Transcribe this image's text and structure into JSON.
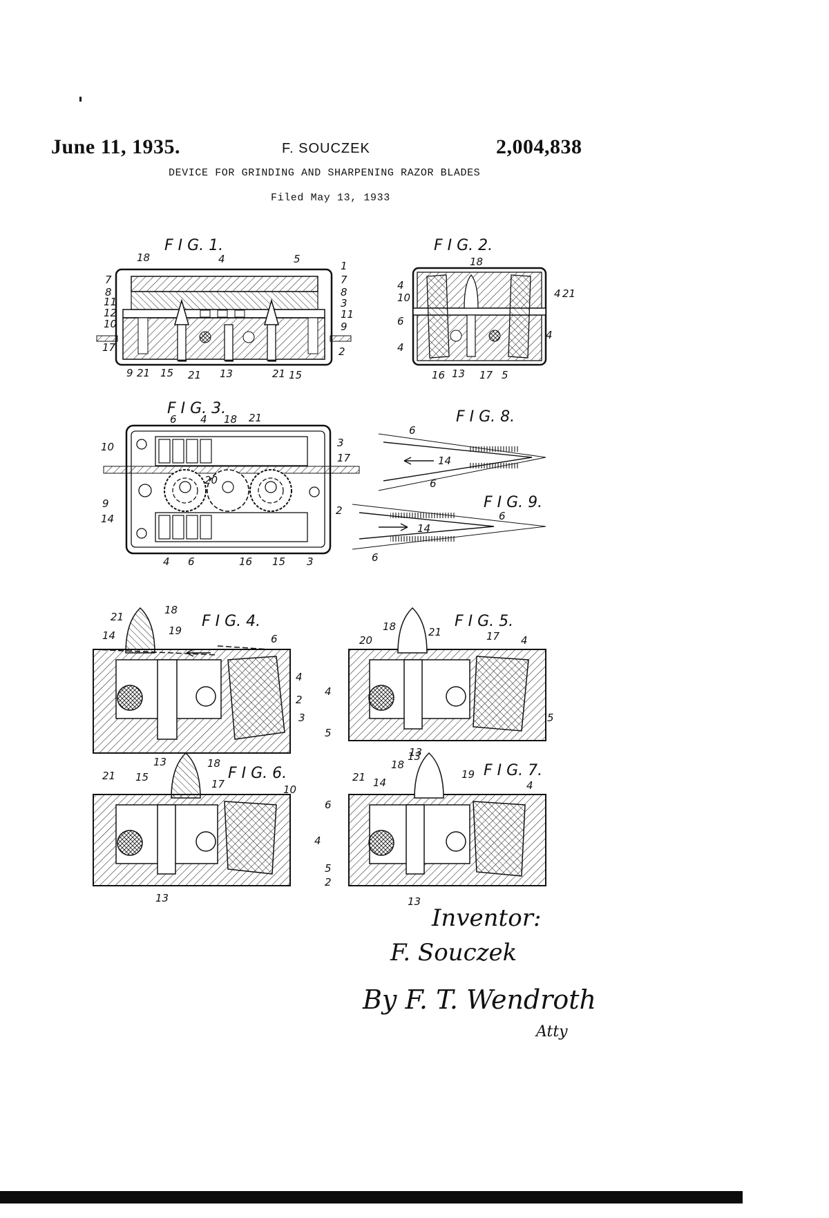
{
  "header": {
    "date": "June 11, 1935.",
    "inventor": "F. SOUCZEK",
    "patent_number": "2,004,838",
    "title": "DEVICE FOR GRINDING AND SHARPENING RAZOR BLADES",
    "filed": "Filed May 13, 1933"
  },
  "figures": {
    "fig1": {
      "label": "F I G. 1.",
      "numerals": [
        "18",
        "4",
        "5",
        "1",
        "7",
        "8",
        "11",
        "12",
        "10",
        "17",
        "7",
        "8",
        "3",
        "11",
        "9",
        "2",
        "9",
        "21",
        "15",
        "21",
        "13",
        "21",
        "15"
      ]
    },
    "fig2": {
      "label": "F I G. 2.",
      "numerals": [
        "18",
        "4",
        "10",
        "6",
        "4",
        "4",
        "4",
        "21",
        "16",
        "13",
        "17",
        "5"
      ]
    },
    "fig3": {
      "label": "F I G. 3.",
      "numerals": [
        "6",
        "4",
        "18",
        "21",
        "20",
        "3",
        "10",
        "17",
        "9",
        "14",
        "2",
        "4",
        "6",
        "16",
        "15",
        "3"
      ]
    },
    "fig8": {
      "label": "F I G. 8.",
      "numerals": [
        "6",
        "14",
        "6"
      ]
    },
    "fig9": {
      "label": "F I G. 9.",
      "numerals": [
        "6",
        "14",
        "6"
      ]
    },
    "fig4": {
      "label": "F I G. 4.",
      "numerals": [
        "21",
        "18",
        "19",
        "14",
        "6",
        "4",
        "2",
        "3",
        "13"
      ]
    },
    "fig5": {
      "label": "F I G. 5.",
      "numerals": [
        "18",
        "21",
        "17",
        "20",
        "4",
        "4",
        "5",
        "5",
        "13"
      ]
    },
    "fig6": {
      "label": "F I G. 6.",
      "numerals": [
        "21",
        "15",
        "18",
        "17",
        "10",
        "13"
      ]
    },
    "fig7": {
      "label": "F I G. 7.",
      "numerals": [
        "21",
        "14",
        "13",
        "18",
        "19",
        "4",
        "6",
        "4",
        "5",
        "2",
        "13"
      ]
    }
  },
  "signature": {
    "line1": "Inventor:",
    "line2": "F. Souczek",
    "line3": "By F. T. Wendroth",
    "line4": "Atty"
  }
}
